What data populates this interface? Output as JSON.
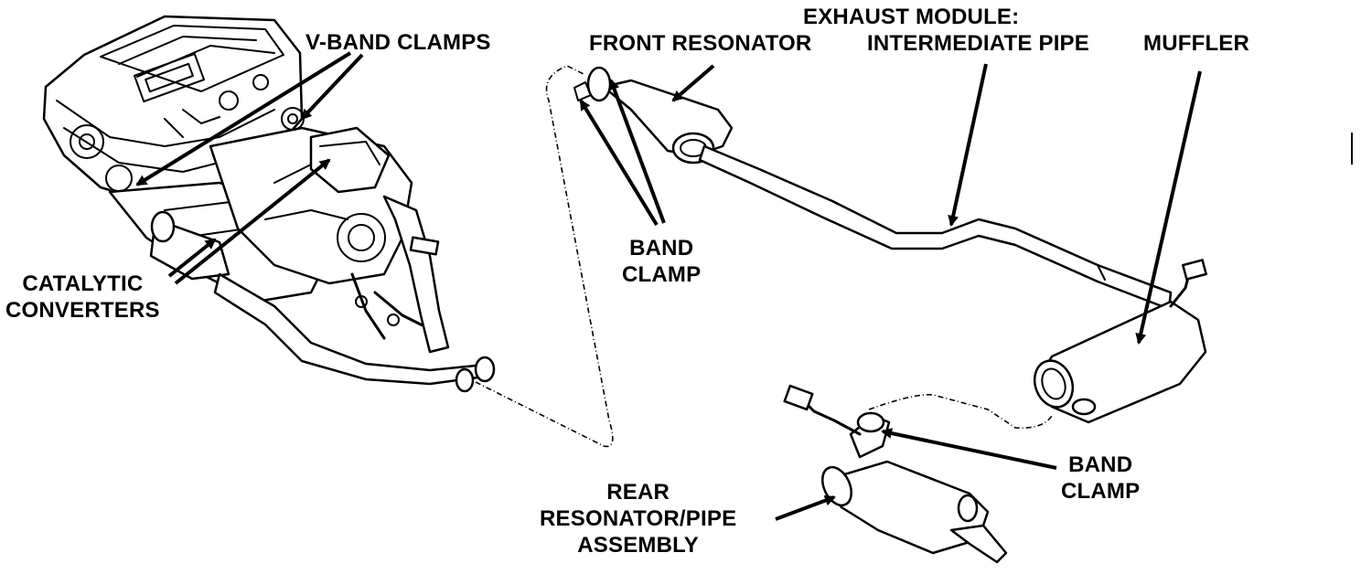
{
  "labels": {
    "v_band_clamps": "V-BAND CLAMPS",
    "exhaust_module": "EXHAUST MODULE:",
    "front_resonator": "FRONT RESONATOR",
    "intermediate_pipe": "INTERMEDIATE PIPE",
    "muffler": "MUFFLER",
    "band_clamp_top": [
      "BAND",
      "CLAMP"
    ],
    "catalytic_converters": [
      "CATALYTIC",
      "CONVERTERS"
    ],
    "band_clamp_bottom": [
      "BAND",
      "CLAMP"
    ],
    "rear_resonator": [
      "REAR",
      "RESONATOR/PIPE",
      "ASSEMBLY"
    ]
  },
  "colors": {
    "ink": "#000000",
    "paper": "#ffffff"
  }
}
